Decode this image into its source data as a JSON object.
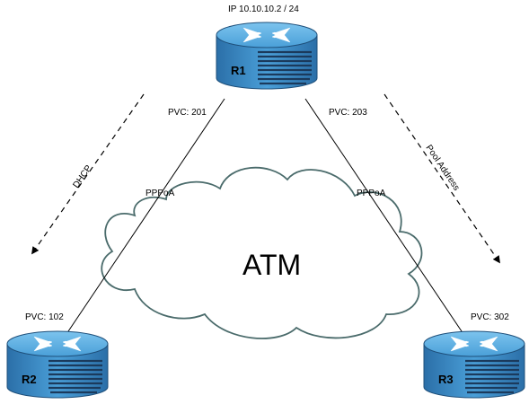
{
  "diagram": {
    "cloud_label": "ATM",
    "top_label": "IP 10.10.10.2 / 24",
    "routers": {
      "r1": {
        "name": "R1"
      },
      "r2": {
        "name": "R2"
      },
      "r3": {
        "name": "R3"
      }
    },
    "pvc": {
      "r1_left": "PVC: 201",
      "r1_right": "PVC: 203",
      "r2": "PVC: 102",
      "r3": "PVC: 302"
    },
    "encap": {
      "left": "PPPoA",
      "right": "PPPoA"
    },
    "arrows": {
      "left": "DHCP",
      "right": "Pool Address"
    },
    "colors": {
      "router_body": "#3a8cc8",
      "router_top": "#5fb1e2",
      "router_stripe": "#1b3a5c",
      "cloud_stroke": "#4a6b6b",
      "cloud_fill": "#ffffff",
      "icon_arrows": "#ffffff"
    }
  }
}
